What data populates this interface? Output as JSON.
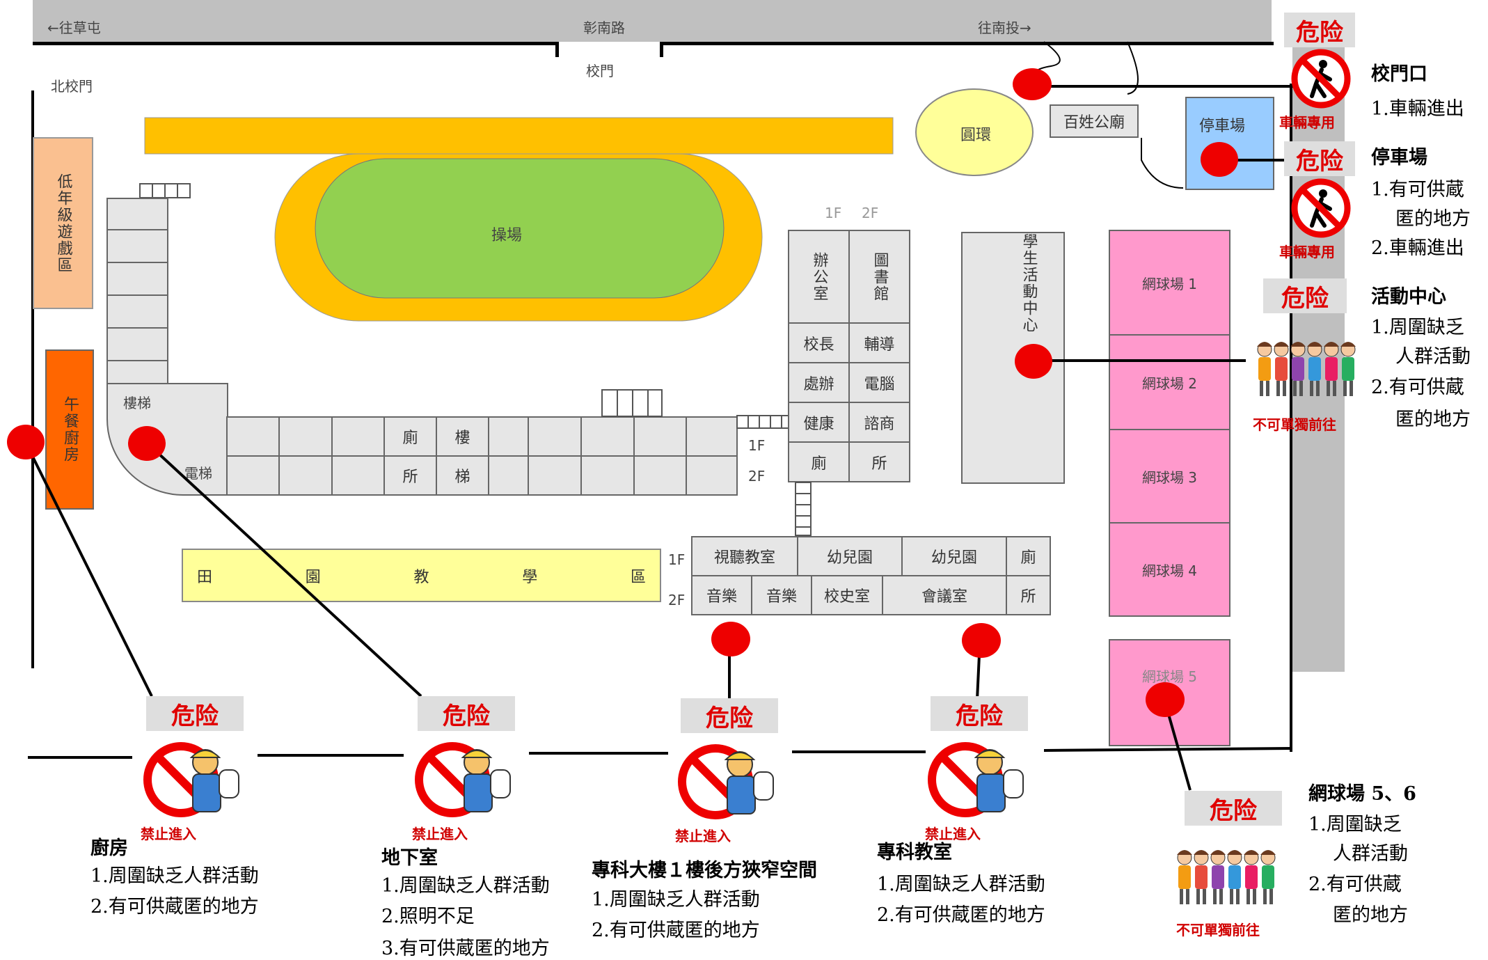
{
  "road": {
    "left_label": "←往草屯",
    "center_label": "彰南路",
    "right_label": "往南投→"
  },
  "gate_label": "校門",
  "north_gate_label": "北校門",
  "areas": {
    "low_grade": "低年級遊戲區",
    "lunch_kitchen": "午餐廚房",
    "playground": "操場",
    "roundabout": "圓環",
    "temple": "百姓公廟",
    "parking": "停車場",
    "stairs_left": "樓梯",
    "elevator": "電梯",
    "student_center": "學生活動中心",
    "field_classroom": [
      "田",
      "園",
      "教",
      "學",
      "區"
    ],
    "tennis": [
      "網球場 1",
      "網球場 2",
      "網球場 3",
      "網球場 4",
      "網球場 5"
    ],
    "floor_1f": "1F",
    "floor_2f": "2F"
  },
  "main_building": {
    "toilet_top": "廁",
    "toilet_bottom": "所",
    "stairs_top": "樓",
    "stairs_bottom": "梯"
  },
  "admin_building": {
    "col_1f": "1F",
    "col_2f": "2F",
    "office": "辦公室",
    "library": "圖書館",
    "principal": "校長",
    "guidance": "輔導",
    "division": "處辦",
    "computer": "電腦",
    "health": "健康",
    "counsel": "諮商",
    "toilet_top": "廁",
    "toilet_bottom": "所"
  },
  "lower_building": {
    "row1": [
      "視聽教室",
      "幼兒園",
      "幼兒園",
      "廁"
    ],
    "row2": [
      "音樂",
      "音樂",
      "校史室",
      "會議室",
      "所"
    ]
  },
  "signs": {
    "danger": "危险",
    "no_entry": "禁止進入",
    "no_car": "車輛專用",
    "no_alone": "不可單獨前往"
  },
  "legends": {
    "gate": {
      "title": "校門口",
      "items": [
        "1.車輛進出"
      ]
    },
    "parking": {
      "title": "停車場",
      "items": [
        "1.有可供蔵",
        "匿的地方",
        "2.車輛進出"
      ]
    },
    "activity": {
      "title": "活動中心",
      "items": [
        "1.周圍缺乏",
        "人群活動",
        "2.有可供蔵",
        "匿的地方"
      ]
    },
    "tennis": {
      "title": "網球場 5、6",
      "items": [
        "1.周圍缺乏",
        "人群活動",
        "2.有可供蔵",
        "匿的地方"
      ]
    },
    "kitchen": {
      "title": "廚房",
      "items": [
        "1.周圍缺乏人群活動",
        "2.有可供蔵匿的地方"
      ]
    },
    "basement": {
      "title": "地下室",
      "items": [
        "1.周圍缺乏人群活動",
        "2.照明不足",
        "3.有可供蔵匿的地方"
      ]
    },
    "college1": {
      "title": "專科大樓１樓後方狹窄空間",
      "items": [
        "1.周圍缺乏人群活動",
        "2.有可供蔵匿的地方"
      ]
    },
    "college2": {
      "title": "專科教室",
      "items": [
        "1.周圍缺乏人群活動",
        "2.有可供蔵匿的地方"
      ]
    }
  },
  "colors": {
    "track": "#ffc000",
    "field": "#92d050",
    "danger_red": "#ee0000",
    "tennis": "#ff99cc",
    "parking": "#99ccff",
    "kitchen": "#ff6600",
    "low_grade": "#fac090",
    "field_class": "#ffff99"
  }
}
